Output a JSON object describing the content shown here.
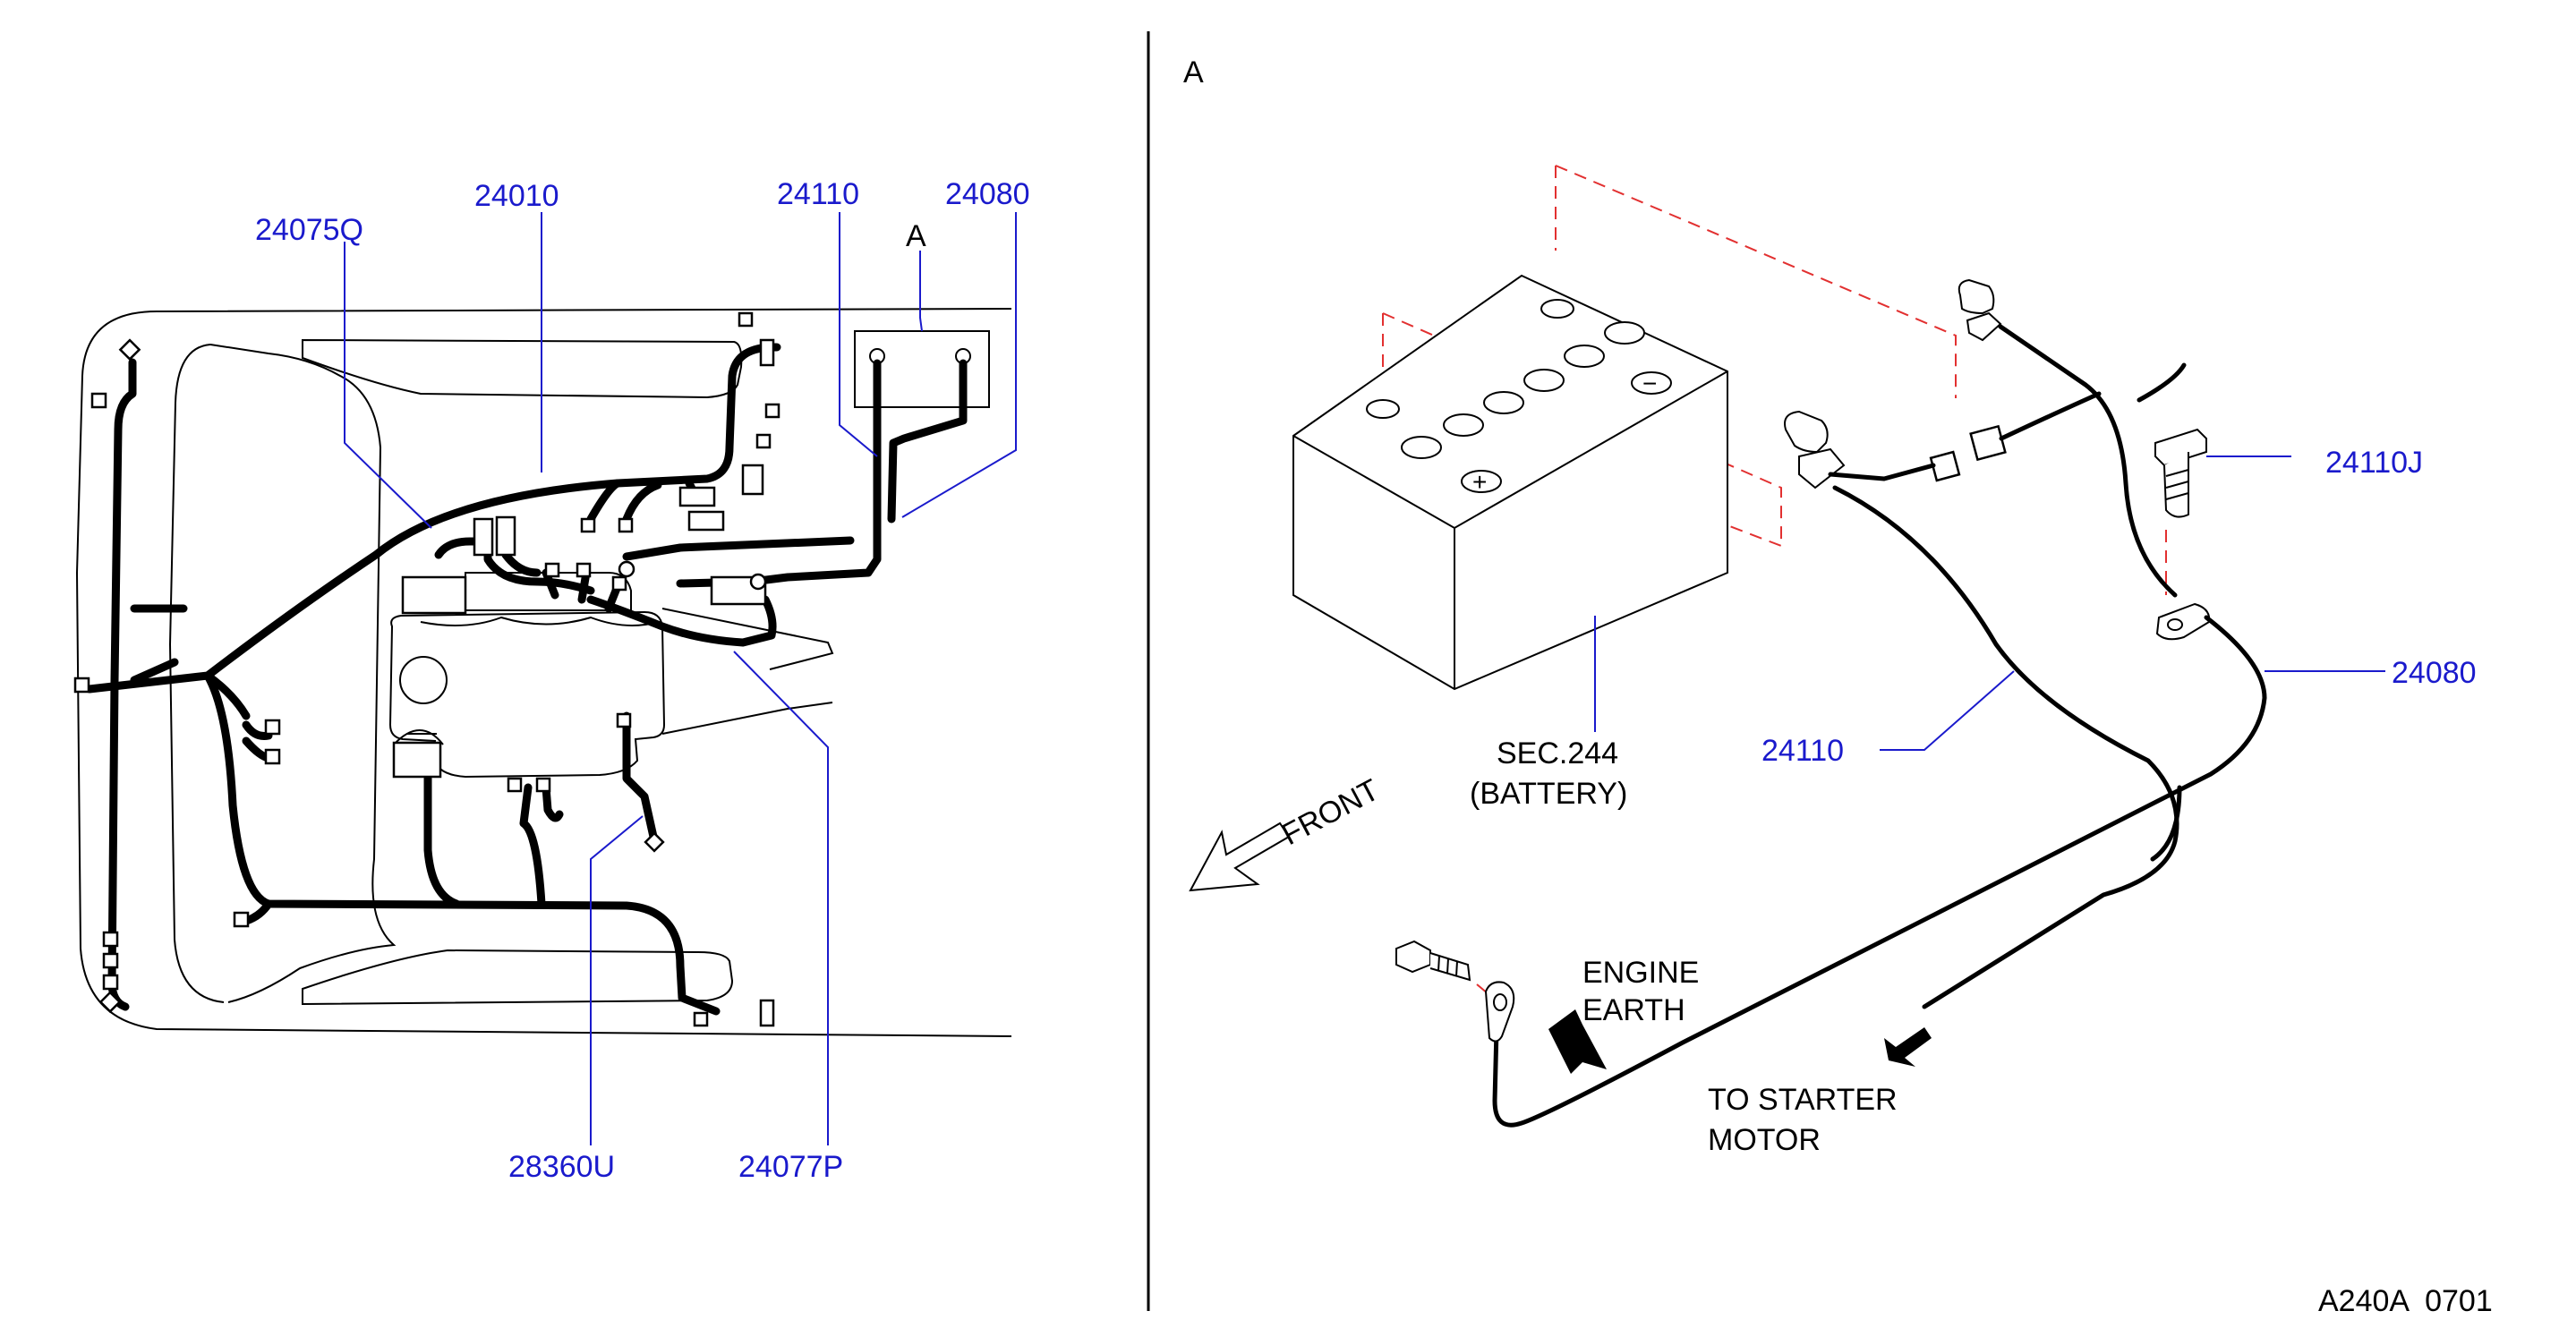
{
  "colors": {
    "part_number": "#1a1acc",
    "leader_line": "#1a1acc",
    "dashed_guide": "#e23030",
    "line_art": "#000000"
  },
  "left_view": {
    "labels": {
      "p24075q": "24075Q",
      "p24010": "24010",
      "p24110": "24110",
      "p24080": "24080",
      "view_a": "A",
      "p28360u": "28360U",
      "p24077p": "24077P"
    }
  },
  "right_view": {
    "view_letter": "A",
    "labels": {
      "p24110j": "24110J",
      "p24080": "24080",
      "p24110": "24110",
      "battery_line1": "SEC.244",
      "battery_line2": "(BATTERY)",
      "front": "FRONT",
      "engine_line1": "ENGINE",
      "engine_line2": "EARTH",
      "starter_line1": "TO  STARTER",
      "starter_line2": "MOTOR"
    },
    "battery_terminal_symbols": {
      "minus": "−",
      "plus": "+"
    }
  },
  "sheet_code": "A240A  0701"
}
